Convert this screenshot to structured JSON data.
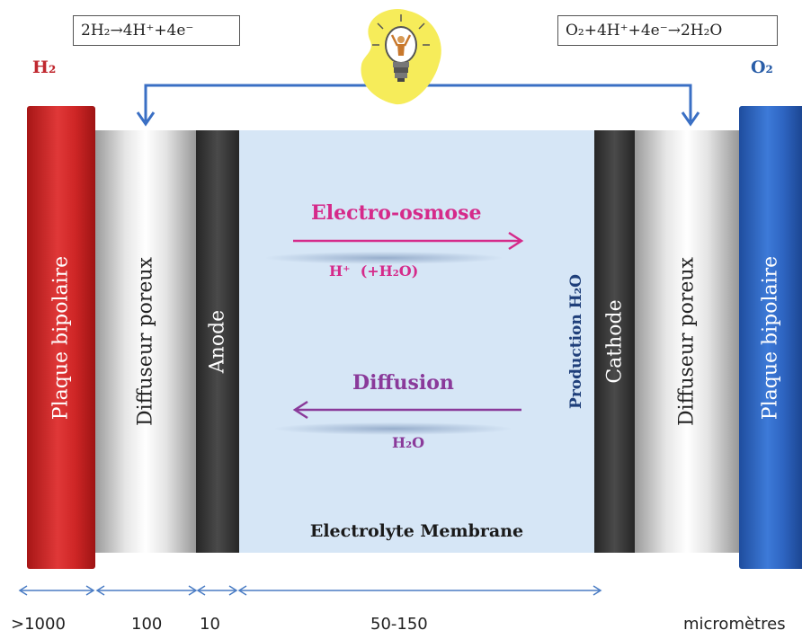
{
  "equations": {
    "anode_reaction": "2H₂→4H⁺+4e⁻",
    "cathode_reaction": "O₂+4H⁺+4e⁻→2H₂O"
  },
  "species": {
    "left": "H₂",
    "right": "O₂"
  },
  "layers": {
    "left_plate": "Plaque bipolaire",
    "left_diffuser": "Diffuseur poreux",
    "anode": "Anode",
    "membrane": "Electrolyte Membrane",
    "cathode": "Cathode",
    "right_diffuser": "Diffuseur poreux",
    "right_plate": "Plaque bipolaire"
  },
  "membrane_flows": {
    "electro_osmose": "Electro-osmose",
    "proton_label": "H⁺  (+H₂O)",
    "diffusion": "Diffusion",
    "water_label": "H₂O",
    "production": "Production H₂O"
  },
  "dimensions": {
    "plate": ">1000",
    "diffuser": "100",
    "electrode": "10",
    "membrane": "50-150",
    "unit": "micromètres"
  },
  "colors": {
    "plate_left": "#d42a2a",
    "plate_right": "#2a63c4",
    "electrode": "#3a3a3a",
    "membrane": "#d6e6f6",
    "circuit": "#3a6fc4",
    "electro_osmose": "#d52a8a",
    "diffusion": "#8a3a9a",
    "production": "#1f3f7a",
    "h2": "#c0282f",
    "o2": "#2a5ea8"
  },
  "icons": {
    "bulb": "light-bulb-icon"
  }
}
